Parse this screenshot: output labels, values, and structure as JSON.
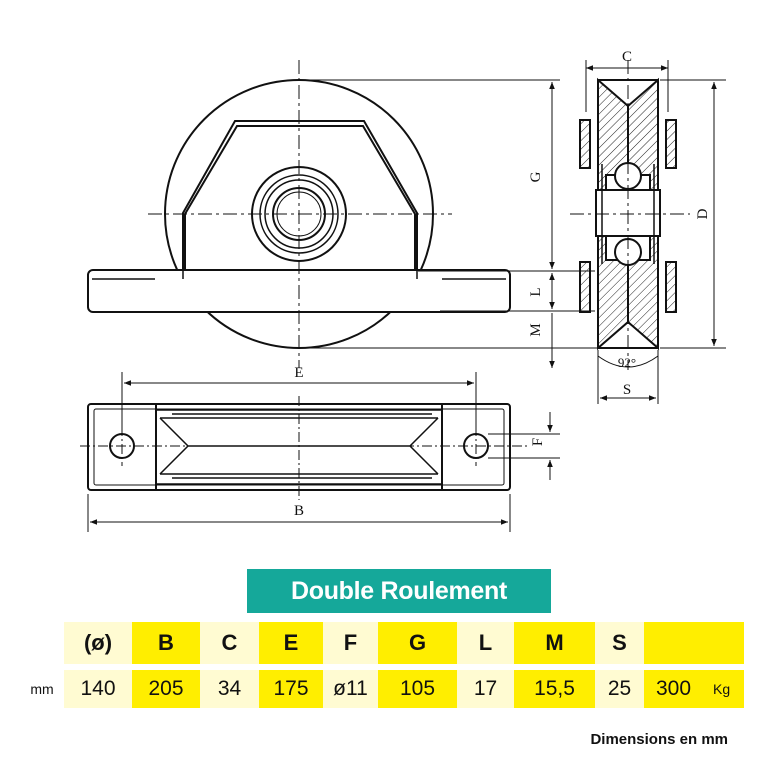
{
  "drawing_labels": {
    "E": "E",
    "B": "B",
    "F": "F",
    "C": "C",
    "G": "G",
    "L": "L",
    "M": "M",
    "D": "D",
    "S": "S",
    "angle": "92°"
  },
  "banner": {
    "title": "Double Roulement"
  },
  "table": {
    "unit": "mm",
    "columns": [
      {
        "header": "(ø)",
        "value": "140",
        "highlight": false
      },
      {
        "header": "B",
        "value": "205",
        "highlight": true
      },
      {
        "header": "C",
        "value": "34",
        "highlight": false
      },
      {
        "header": "E",
        "value": "175",
        "highlight": true
      },
      {
        "header": "F",
        "value": "ø11",
        "highlight": false
      },
      {
        "header": "G",
        "value": "105",
        "highlight": true
      },
      {
        "header": "L",
        "value": "17",
        "highlight": false
      },
      {
        "header": "M",
        "value": "15,5",
        "highlight": true
      },
      {
        "header": "S",
        "value": "25",
        "highlight": false
      },
      {
        "header": "",
        "value": "300",
        "highlight": true
      }
    ],
    "load_unit": "Kg"
  },
  "footnote": "Dimensions en mm",
  "colors": {
    "banner": "#15a89a",
    "highlight": "#ffee00",
    "pale": "#fffbd2"
  }
}
